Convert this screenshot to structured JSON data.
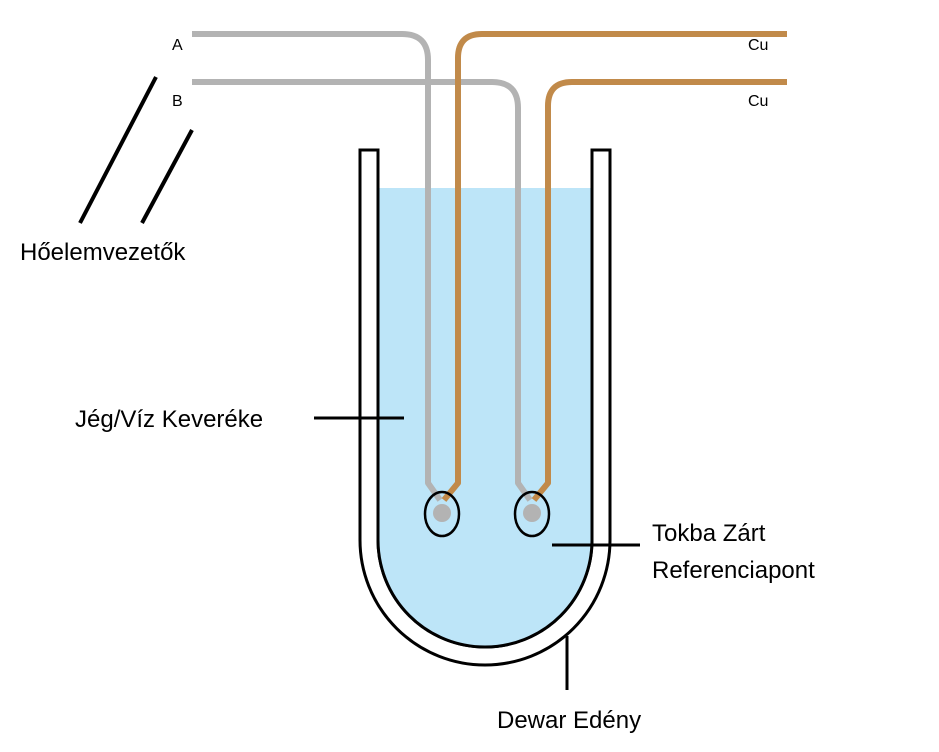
{
  "colors": {
    "background": "#ffffff",
    "outline": "#000000",
    "water": "#bde5f8",
    "thermocouple_wire": "#b3b3b3",
    "copper_wire": "#c18a4a",
    "junction": "#b3b3b3"
  },
  "labels": {
    "wire_a": "A",
    "wire_b": "B",
    "copper_top": "Cu",
    "copper_bottom": "Cu",
    "thermocouple_leads": "Hőelemvezetők",
    "ice_water": "Jég/Víz Keveréke",
    "reference_line1": "Tokba Zárt",
    "reference_line2": "Referenciapont",
    "dewar": "Dewar Edény"
  }
}
